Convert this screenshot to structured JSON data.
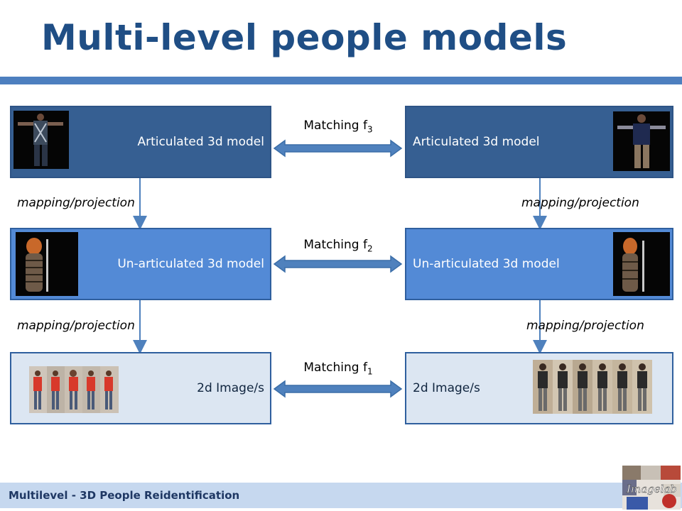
{
  "slide": {
    "title": "Multi-level people models",
    "footer": "Multilevel -  3D People Reidentification",
    "logo_text": "Imagelab"
  },
  "levels": [
    {
      "left_label": "Articulated 3d model",
      "right_label": "Articulated 3d model",
      "matching_text": "Matching  f",
      "matching_sub": "3"
    },
    {
      "left_label": "Un-articulated 3d model",
      "right_label": "Un-articulated 3d model",
      "matching_text": "Matching  f",
      "matching_sub": "2"
    },
    {
      "left_label": "2d Image/s",
      "right_label": "2d Image/s",
      "matching_text": "Matching  f",
      "matching_sub": "1"
    }
  ],
  "mappings": {
    "left_top": "mapping/projection",
    "right_top": "mapping/projection",
    "left_bottom": "mapping/projection",
    "right_bottom": "mapping/projection"
  },
  "colors": {
    "title": "#1f4e85",
    "accent_bar": "#4d7fbf",
    "level3_fill": "#365f92",
    "level2_fill": "#538ad6",
    "level1_fill": "#dce6f2",
    "arrow": "#4f81bd",
    "footer_bar": "#c6d8ef"
  }
}
